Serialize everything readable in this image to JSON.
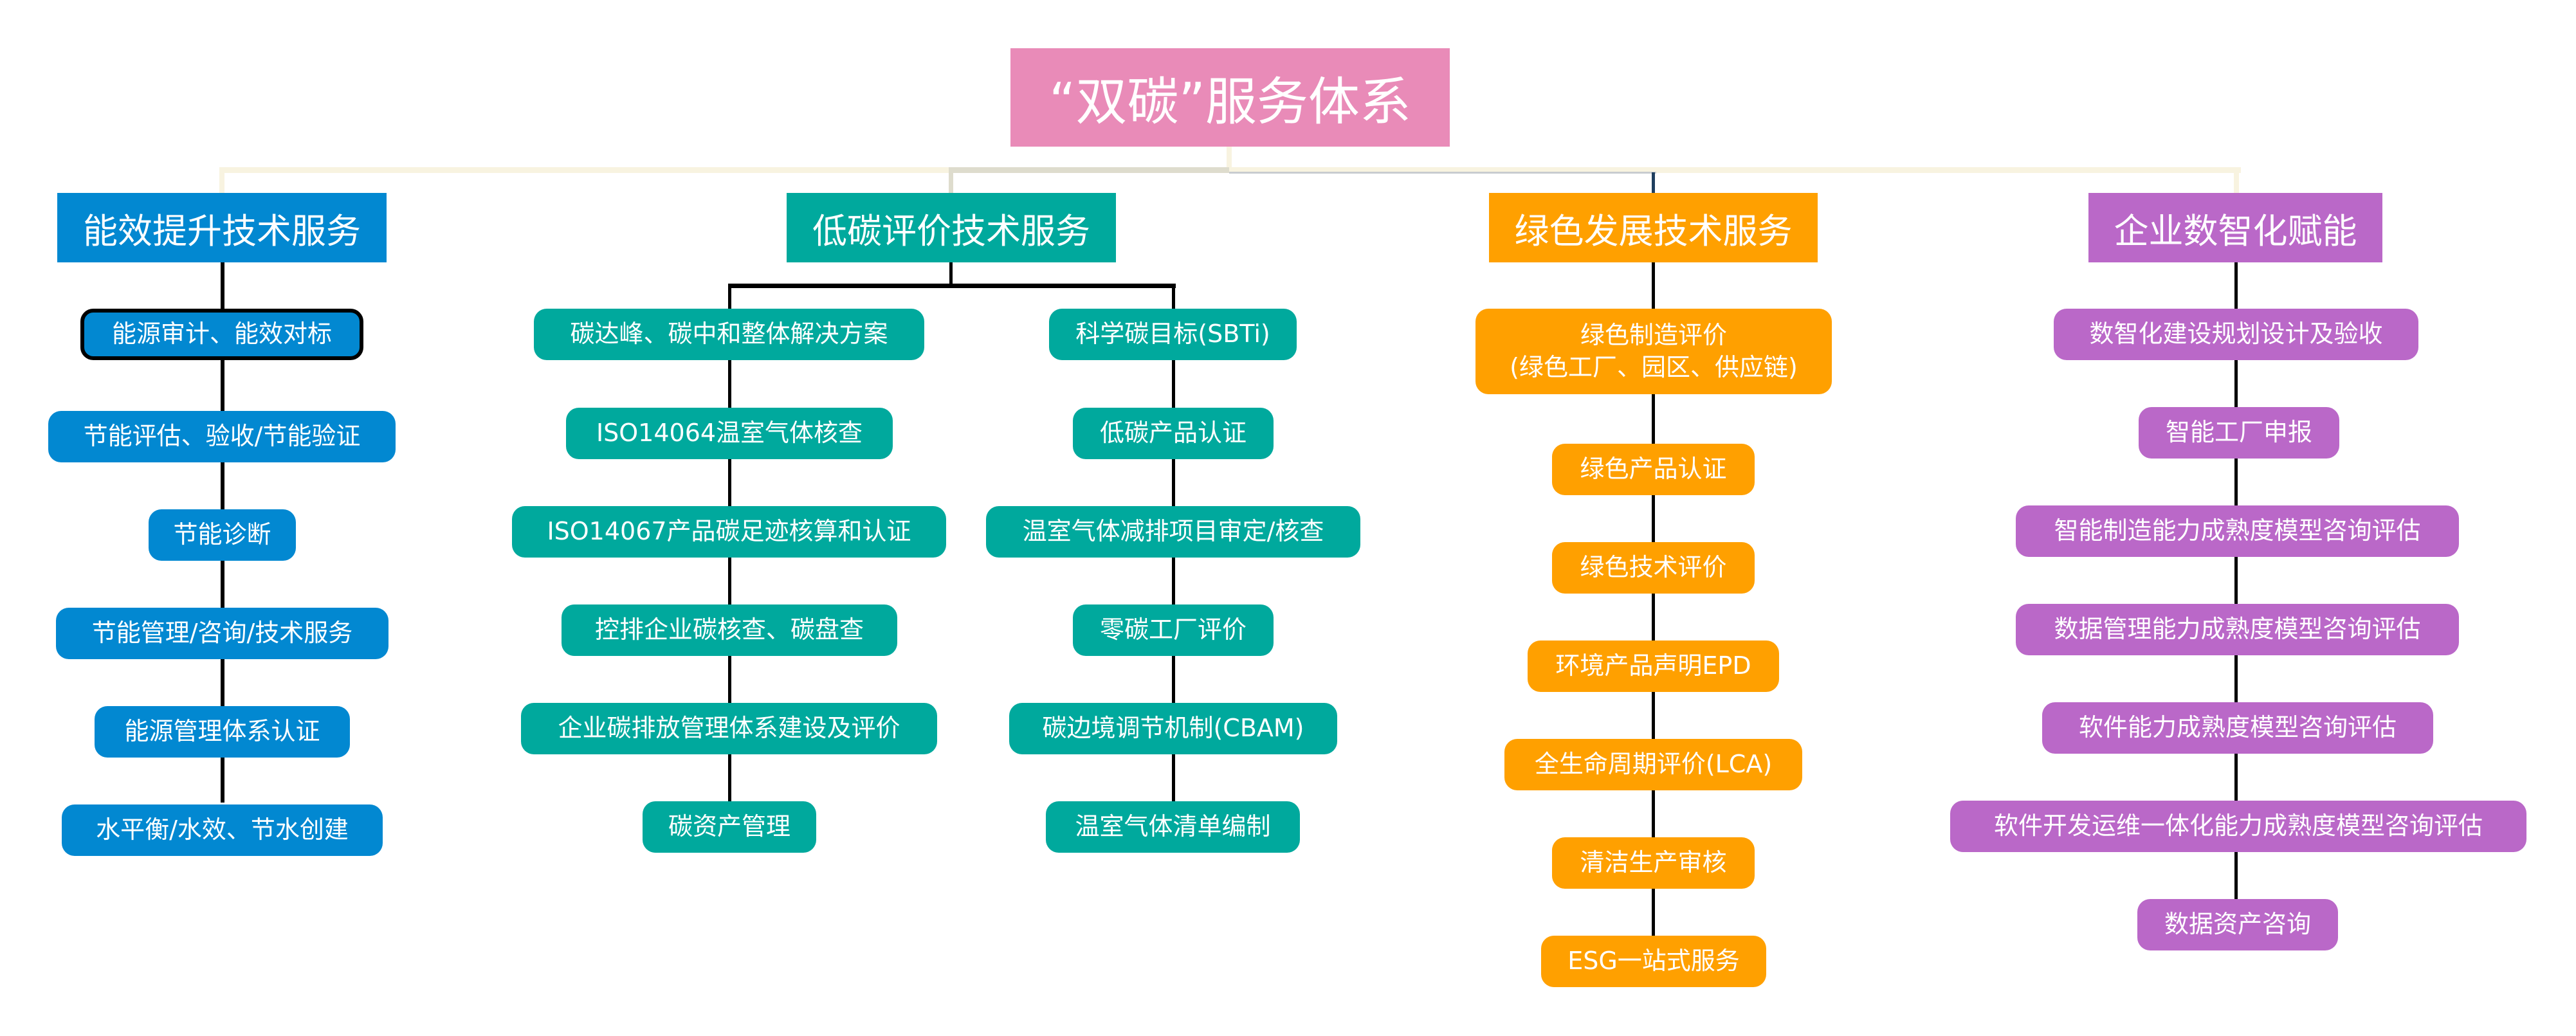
{
  "root": {
    "title": "“双碳”服务体系",
    "color": "#E98BB8"
  },
  "columns": [
    {
      "title": "能效提升技术服务",
      "color": "#0288D1",
      "items": [
        "能源审计、能效对标",
        "节能评估、验收/节能验证",
        "节能诊断",
        "节能管理/咨询/技术服务",
        "能源管理体系认证",
        "水平衡/水效、节水创建"
      ]
    },
    {
      "title": "低碳评价技术服务",
      "color": "#00A99D",
      "items_left": [
        "碳达峰、碳中和整体解决方案",
        "ISO14064温室气体核查",
        "ISO14067产品碳足迹核算和认证",
        "控排企业碳核查、碳盘查",
        "企业碳排放管理体系建设及评价",
        "碳资产管理"
      ],
      "items_right": [
        "科学碳目标(SBTi)",
        "低碳产品认证",
        "温室气体减排项目审定/核查",
        "零碳工厂评价",
        "碳边境调节机制(CBAM)",
        "温室气体清单编制"
      ]
    },
    {
      "title": "绿色发展技术服务",
      "color": "#FFA000",
      "first_item": {
        "line1": "绿色制造评价",
        "line2": "(绿色工厂、园区、供应链)"
      },
      "items": [
        "绿色产品认证",
        "绿色技术评价",
        "环境产品声明EPD",
        "全生命周期评价(LCA)",
        "清洁生产审核",
        "ESG一站式服务"
      ]
    },
    {
      "title": "企业数智化赋能",
      "color": "#BA68C8",
      "items": [
        "数智化建设规划设计及验收",
        "智能工厂申报",
        "智能制造能力成熟度模型咨询评估",
        "数据管理能力成熟度模型咨询评估",
        "软件能力成熟度模型咨询评估",
        "软件开发运维一体化能力成熟度模型咨询评估",
        "数据资产咨询"
      ]
    }
  ]
}
